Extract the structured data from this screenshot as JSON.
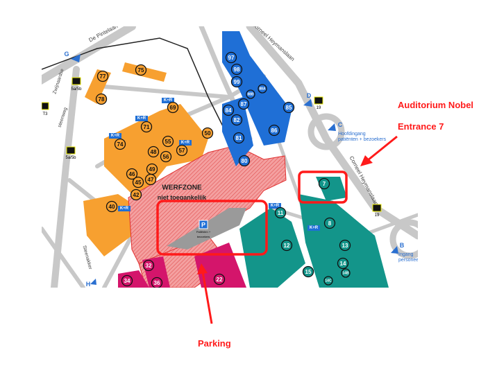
{
  "colors": {
    "orange": "#f7a030",
    "blue": "#1f6fd6",
    "teal": "#13958a",
    "magenta": "#d4156b",
    "werf": "#f08a8a",
    "annotation": "#ff1a1a",
    "road": "#c8c8c8",
    "parking": "#9a9a9a"
  },
  "roads": {
    "pintelaan": "De Pintelaan",
    "heymans_top": "Corneel Heymanslaan",
    "heymans_right": "Corneel Heymanslaan",
    "zwijnaarde": [
      "Zwijnaardse",
      "steenweg"
    ],
    "steenakker": "Steenakker"
  },
  "entrances": [
    {
      "letter": "G"
    },
    {
      "letter": "D"
    },
    {
      "letter": "C",
      "text": [
        "Hoofdingang",
        "patiënten + bezoekers"
      ]
    },
    {
      "letter": "B",
      "text": [
        "Ingang",
        "personeel"
      ]
    },
    {
      "letter": "H"
    }
  ],
  "bus_stops": [
    "5a/5b",
    "T3",
    "19",
    "19",
    "5a/5b"
  ],
  "werfzone": {
    "title": "WERFZONE",
    "subtitle": "niet toegankelijk"
  },
  "parking": {
    "symbol": "P",
    "caption": [
      "Patiënten +",
      "bezoekers"
    ]
  },
  "kr_label": "K+R",
  "buildings": {
    "orange": [
      "75",
      "77",
      "78",
      "69",
      "71",
      "74",
      "55",
      "57",
      "50",
      "48",
      "56",
      "49",
      "46",
      "45",
      "47",
      "42",
      "40"
    ],
    "blue": [
      "97",
      "98",
      "99",
      "88A",
      "88B",
      "87",
      "84",
      "82",
      "81",
      "80",
      "85",
      "86"
    ],
    "teal": [
      "7",
      "8",
      "11",
      "12",
      "13",
      "14",
      "14B",
      "15",
      "14C"
    ],
    "magenta": [
      "32",
      "36",
      "34",
      "22"
    ]
  },
  "annotations": {
    "auditorium": "Auditorium Nobel",
    "entrance": "Entrance 7",
    "parking": "Parking"
  }
}
